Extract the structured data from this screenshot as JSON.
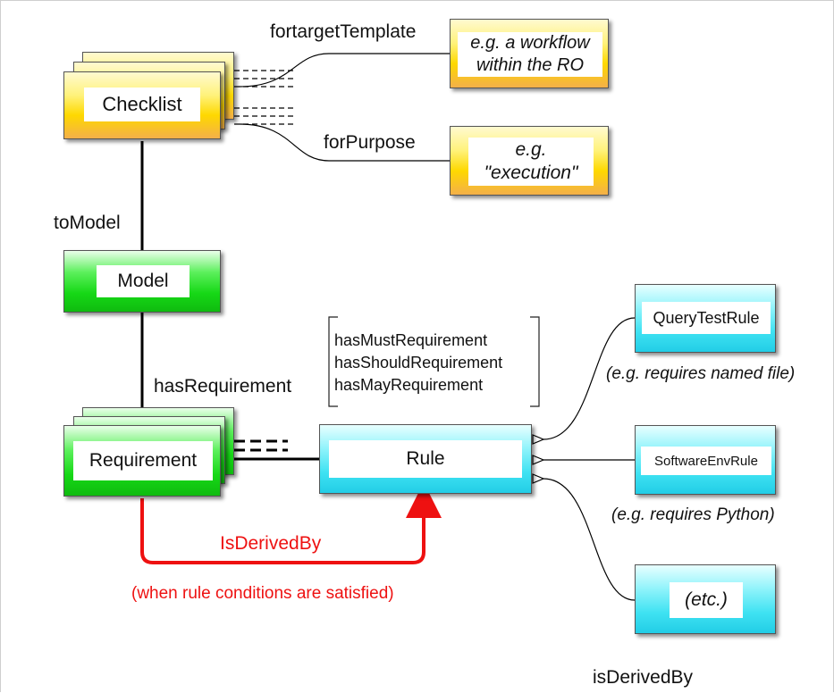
{
  "nodes": {
    "checklist": "Checklist",
    "model": "Model",
    "requirement": "Requirement",
    "rule": "Rule",
    "query_test_rule": "QueryTestRule",
    "software_env_rule": "SoftwareEnvRule",
    "etc": "(etc.)",
    "target_example_line1": "e.g. a workflow",
    "target_example_line2": "within the RO",
    "purpose_example_line1": "e.g.",
    "purpose_example_line2": "\"execution\""
  },
  "edges": {
    "for_target_template": "fortargetTemplate",
    "for_purpose": "forPurpose",
    "to_model": "toModel",
    "has_requirement": "hasRequirement",
    "requirement_types": [
      "hasMustRequirement",
      "hasShouldRequirement",
      "hasMayRequirement"
    ],
    "is_derived_by_red": "IsDerivedBy",
    "is_derived_by_bottom": "isDerivedBy"
  },
  "notes": {
    "query_test_note": "(e.g. requires named file)",
    "software_env_note": "(e.g. requires Python)",
    "derived_condition": "(when rule conditions are satisfied)"
  },
  "colors": {
    "yellow": "#fed800",
    "green": "#16d816",
    "cyan": "#3fe2f2",
    "red": "#ee1111"
  }
}
